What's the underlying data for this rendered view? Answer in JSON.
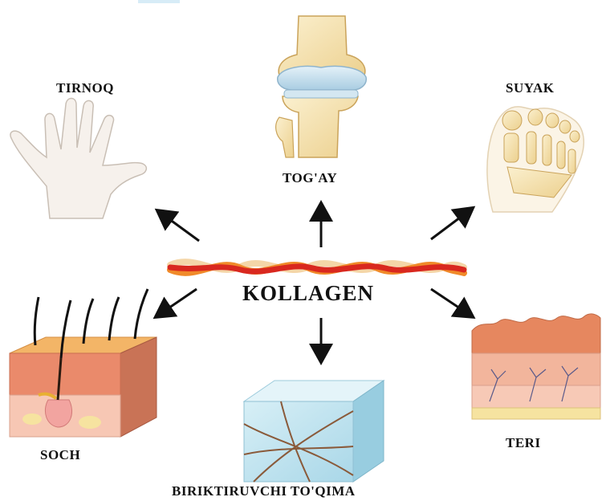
{
  "center_label": "KOLLAGEN",
  "labels": {
    "nail": "TIRNOQ",
    "cartilage": "TOG'AY",
    "bone": "SUYAK",
    "hair": "SOCH",
    "skin": "TERI",
    "connective_tissue": "BIRIKTIRUVCHI  TO'QIMA"
  },
  "colors": {
    "arrow": "#111111",
    "collagen_red": "#d9281f",
    "collagen_orange": "#f08a2a",
    "collagen_cream": "#f4d6a8",
    "skin_dark": "#e8876a",
    "skin_light": "#f7c7b4",
    "fat": "#f6e3a0",
    "bone": "#f7e6b3",
    "cartilage": "#cfe3ef",
    "tissue_blue": "#bfe3ef"
  },
  "icons": [
    "hand-icon",
    "knee-joint-icon",
    "foot-bone-icon",
    "hair-follicle-icon",
    "skin-layers-icon",
    "tissue-cube-icon"
  ]
}
